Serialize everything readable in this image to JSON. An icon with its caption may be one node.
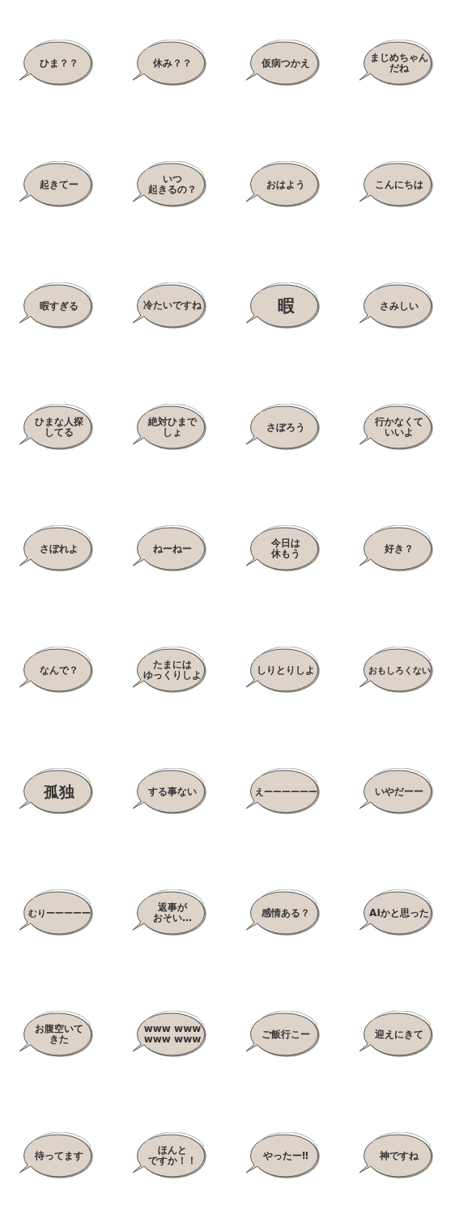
{
  "diagram": {
    "nodes": [
      {
        "text": [
          "ひま？？"
        ]
      },
      {
        "text": [
          "休み？？"
        ]
      },
      {
        "text": [
          "仮病つかえ"
        ]
      },
      {
        "text": [
          "まじめちゃんだね"
        ]
      },
      {
        "text": [
          "起きてー"
        ]
      },
      {
        "text": [
          "いつ起きるの？"
        ]
      },
      {
        "text": [
          "おはよう"
        ]
      },
      {
        "text": [
          "こんにちは"
        ]
      },
      {
        "text": [
          "暇すぎる"
        ]
      },
      {
        "text": [
          "冷たいですね"
        ]
      },
      {
        "text": [
          "暇"
        ]
      },
      {
        "text": [
          "さみしい"
        ]
      },
      {
        "text": [
          "ひまな人探してる"
        ]
      },
      {
        "text": [
          "絶対ひまでしょ"
        ]
      },
      {
        "text": [
          "さぼろう"
        ]
      },
      {
        "text": [
          "行かなくていいよ"
        ]
      },
      {
        "text": [
          "さぼれよ"
        ]
      },
      {
        "text": [
          "ねーねー"
        ]
      },
      {
        "text": [
          "今日は休もう"
        ]
      },
      {
        "text": [
          "好き？"
        ]
      },
      {
        "text": [
          "なんで？"
        ]
      },
      {
        "text": [
          "たまにはゆっくりしよ"
        ]
      },
      {
        "text": [
          "しりとりしよ"
        ]
      },
      {
        "text": [
          "おもしろくない"
        ]
      },
      {
        "text": [
          "孤独"
        ]
      },
      {
        "text": [
          "する事ない"
        ]
      },
      {
        "text": [
          "えーーーーーー"
        ]
      },
      {
        "text": [
          "いやだーー"
        ]
      },
      {
        "text": [
          "むりーーーーー"
        ]
      },
      {
        "text": [
          "返事がおそい…"
        ]
      },
      {
        "text": [
          "感情ある？"
        ]
      },
      {
        "text": [
          "AIかと思った"
        ]
      },
      {
        "text": [
          "お腹空いてきた"
        ]
      },
      {
        "text": [
          "www www www www"
        ]
      },
      {
        "text": [
          "ご飯行こー"
        ]
      },
      {
        "text": [
          "迎えにきて"
        ]
      },
      {
        "text": [
          "待ってます"
        ]
      },
      {
        "text": [
          "ほんとですか！！"
        ]
      },
      {
        "text": [
          "やったー‼"
        ]
      },
      {
        "text": [
          "神ですね"
        ]
      }
    ]
  }
}
